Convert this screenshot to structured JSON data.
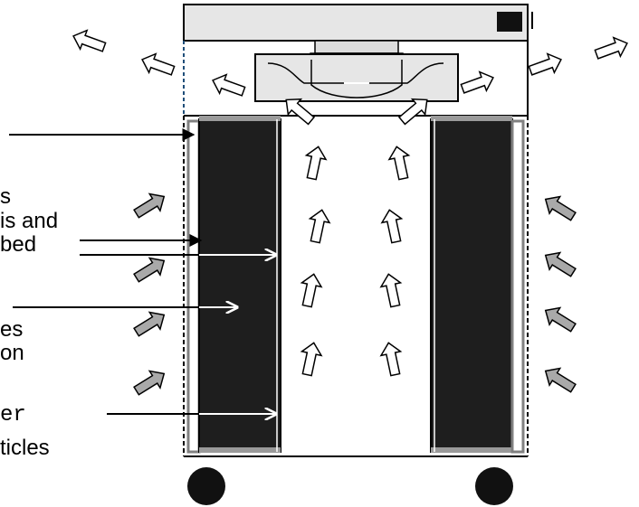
{
  "labels": {
    "gases_partial": "s",
    "gases_line1": "is and",
    "gases_line2": "bed",
    "particles_line1": "es",
    "particles_line2": "on",
    "filter_line1": "er",
    "filter_line2": "ticles"
  },
  "colors": {
    "outline": "#000000",
    "filter_media": "#1e1e1e",
    "outer_air_arrow_fill": "#a9a9a9",
    "inner_air_arrow_fill": "#ffffff",
    "prefilter_gray": "#808080",
    "cap_gray": "#9a9a9a",
    "housing_fill": "#e6e6e6",
    "dashed_accent": "#1f4e79"
  },
  "icons": {
    "intake_arrows": "gray-inward-arrow-icon",
    "internal_flow": "white-up-arrow-icon",
    "exhaust": "white-outflow-arrow-icon",
    "wheels": "caster-wheel-icon",
    "indicator": "black-indicator-light-icon"
  }
}
